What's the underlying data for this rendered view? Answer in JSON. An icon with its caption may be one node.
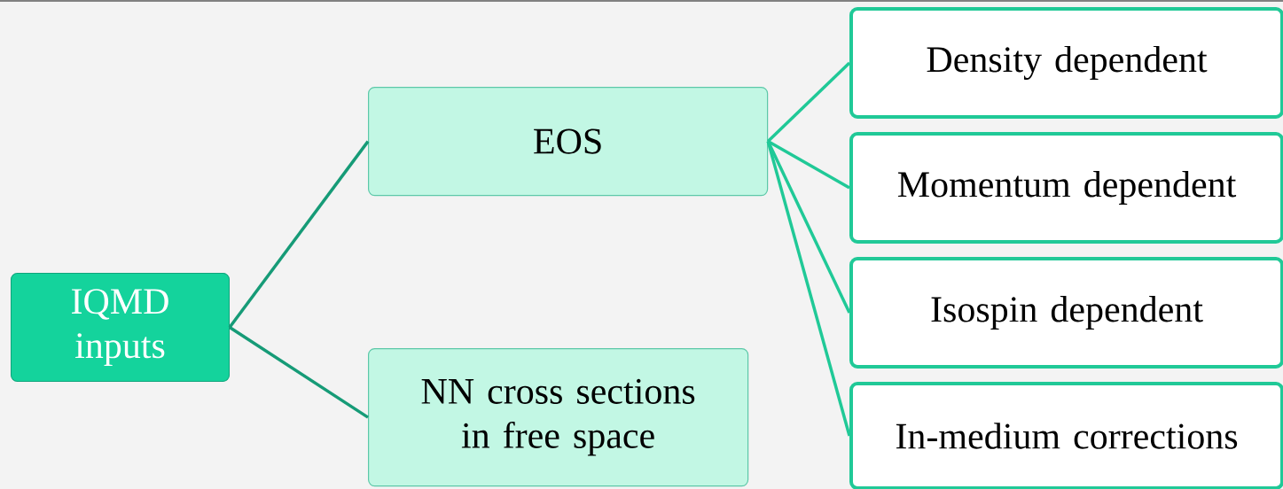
{
  "diagram": {
    "nodes": [
      {
        "text": [
          "IQMD inputs"
        ]
      },
      {
        "text": [
          "EOS"
        ]
      },
      {
        "text": [
          "NN cross sections in free space"
        ]
      },
      {
        "text": [
          "Density dependent"
        ]
      },
      {
        "text": [
          "Momentum dependent"
        ]
      },
      {
        "text": [
          "Isospin dependent"
        ]
      },
      {
        "text": [
          "In-medium corrections"
        ]
      }
    ],
    "edges": [
      {
        "from": 0,
        "to": 1,
        "arrow": "none",
        "color": "#169b77"
      },
      {
        "from": 0,
        "to": 2,
        "arrow": "none",
        "color": "#169b77"
      },
      {
        "from": 1,
        "to": 3,
        "arrow": "none"
      },
      {
        "from": 1,
        "to": 4,
        "arrow": "none"
      },
      {
        "from": 1,
        "to": 5,
        "arrow": "none"
      },
      {
        "from": 1,
        "to": 6,
        "arrow": "none"
      }
    ]
  }
}
